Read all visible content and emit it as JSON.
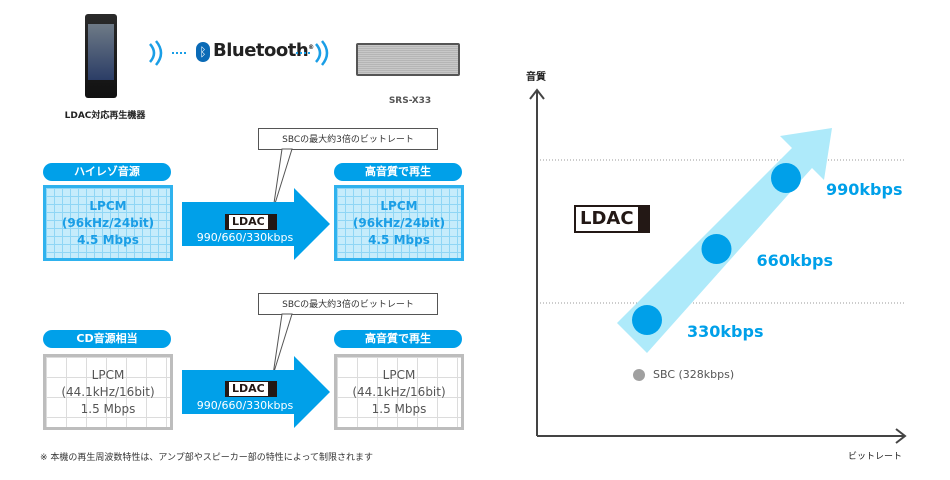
{
  "top": {
    "player_label": "LDAC対応再生機器",
    "bluetooth_label": "Bluetooth",
    "bluetooth_reg": "®",
    "speaker_label": "SRS-X33"
  },
  "rows": [
    {
      "callout": "SBCの最大約3倍のビットレート",
      "source_pill": "ハイレゾ音源",
      "source_box": [
        "LPCM",
        "(96kHz/24bit)",
        "4.5 Mbps"
      ],
      "codec_badge": "LDAC",
      "codec_rates": "990/660/330kbps",
      "output_pill": "高音質で再生",
      "output_box": [
        "LPCM",
        "(96kHz/24bit)",
        "4.5 Mbps"
      ]
    },
    {
      "callout": "SBCの最大約3倍のビットレート",
      "source_pill": "CD音源相当",
      "source_box": [
        "LPCM",
        "(44.1kHz/16bit)",
        "1.5 Mbps"
      ],
      "codec_badge": "LDAC",
      "codec_rates": "990/660/330kbps",
      "output_pill": "高音質で再生",
      "output_box": [
        "LPCM",
        "(44.1kHz/16bit)",
        "1.5 Mbps"
      ]
    }
  ],
  "footnote": "※ 本機の再生周波数特性は、アンプ部やスピーカー部の特性によって制限されます",
  "colors": {
    "accent": "#00a0e9",
    "band": "#aeeafa",
    "sbc": "#a0a0a0"
  },
  "chart_data": {
    "type": "scatter",
    "title": "",
    "xlabel": "ビットレート",
    "ylabel": "音質",
    "logo": "LDAC",
    "series": [
      {
        "name": "LDAC",
        "points": [
          {
            "label": "330kbps",
            "bitrate": 330
          },
          {
            "label": "660kbps",
            "bitrate": 660
          },
          {
            "label": "990kbps",
            "bitrate": 990
          }
        ]
      },
      {
        "name": "SBC",
        "points": [
          {
            "label": "SBC (328kbps)",
            "bitrate": 328
          }
        ]
      }
    ],
    "reference_lines": 2,
    "grid": false
  }
}
